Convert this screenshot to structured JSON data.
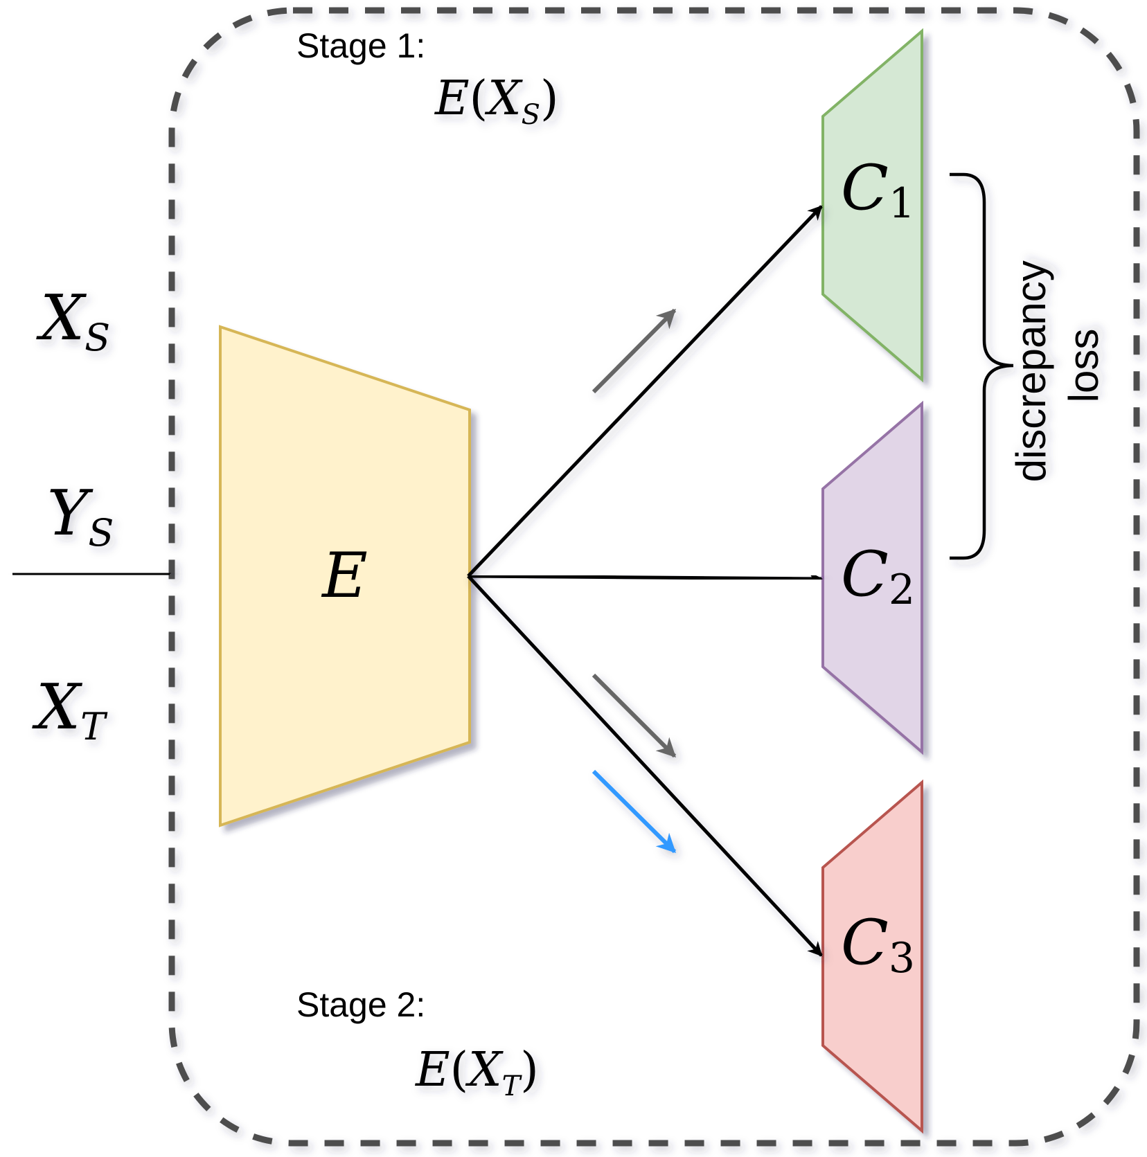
{
  "stages": {
    "stage1_label": "Stage 1:",
    "stage2_label": "Stage 2:",
    "stage1_expr": {
      "fn": "E",
      "open": "(",
      "var": "X",
      "sub": "S",
      "close": ")"
    },
    "stage2_expr": {
      "fn": "E",
      "open": "(",
      "var": "X",
      "sub": "T",
      "close": ")"
    }
  },
  "inputs": {
    "xs": {
      "var": "X",
      "sub": "S"
    },
    "ys": {
      "var": "Y",
      "sub": "S"
    },
    "xt": {
      "var": "X",
      "sub": "T"
    }
  },
  "encoder": {
    "label": "E"
  },
  "classifiers": [
    {
      "var": "C",
      "sub": "1"
    },
    {
      "var": "C",
      "sub": "2"
    },
    {
      "var": "C",
      "sub": "3"
    }
  ],
  "loss": {
    "line1": "discrepancy",
    "line2": "loss"
  },
  "colors": {
    "encoder_fill": "#fff2cc",
    "encoder_stroke": "#d6b656",
    "c1_fill": "#d5e8d4",
    "c1_stroke": "#82b366",
    "c2_fill": "#e1d5e7",
    "c2_stroke": "#9673a6",
    "c3_fill": "#f8cecc",
    "c3_stroke": "#b85450",
    "stage1_arrow": "#666666",
    "stage2_arrow": "#3399ff",
    "flow_arrow": "#000000",
    "frame": "#4d4d4d"
  }
}
